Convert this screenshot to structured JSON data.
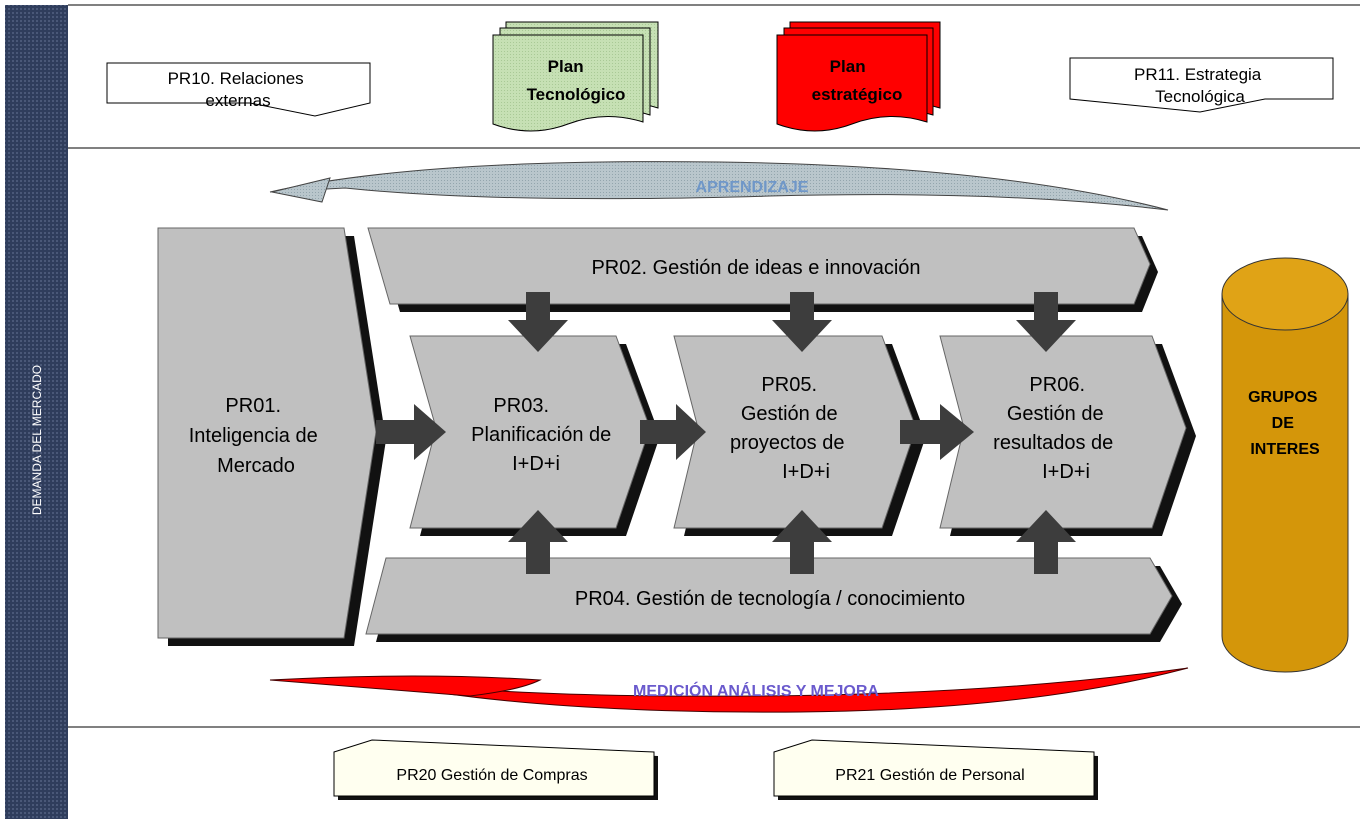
{
  "sidebar": {
    "label": "DEMANDA DEL MERCADO"
  },
  "top": {
    "pr10": [
      "PR10. Relaciones",
      "externas"
    ],
    "plan_tecnologico": [
      "Plan",
      "Tecnológico"
    ],
    "plan_estrategico": [
      "Plan",
      "estratégico"
    ],
    "pr11": [
      "PR11. Estrategia",
      "Tecnológica"
    ]
  },
  "middle": {
    "aprendizaje": "APRENDIZAJE",
    "medicion": "MEDICIÓN ANÁLISIS Y MEJORA",
    "pr01": [
      "PR01.",
      "Inteligencia de",
      "Mercado"
    ],
    "pr02": "PR02. Gestión de ideas e innovación",
    "pr03": [
      "PR03.",
      "Planificación de",
      "I+D+i"
    ],
    "pr05": [
      "PR05.",
      "Gestión de",
      "proyectos de",
      "I+D+i"
    ],
    "pr06": [
      "PR06.",
      "Gestión de",
      "resultados de",
      "I+D+i"
    ],
    "pr04": "PR04. Gestión de tecnología / conocimiento",
    "grupos": [
      "GRUPOS",
      "DE",
      "INTERES"
    ]
  },
  "bottom": {
    "pr20": "PR20 Gestión de Compras",
    "pr21": "PR21 Gestión de Personal"
  },
  "colors": {
    "sidebar": "#2e3b5a",
    "process_fill": "#c0c0c0",
    "shadow": "#111111",
    "arrow": "#3a3a3a",
    "red": "#ff0000",
    "green_doc": "#c6e0b4",
    "cylinder": "#d4960a",
    "aprendizaje_text": "#6f97c8",
    "medicion_text": "#6a5acd",
    "cream": "#fffff0"
  }
}
